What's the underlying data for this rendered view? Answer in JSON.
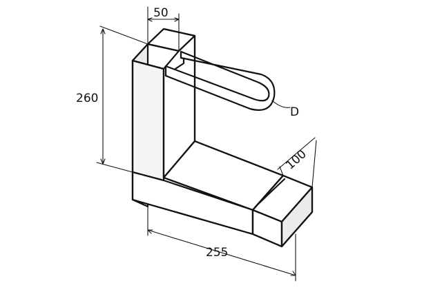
{
  "dimensions": {
    "width_top": "50",
    "height": "260",
    "length": "255",
    "end_block": "100",
    "diameter_label": "D"
  },
  "colors": {
    "line": "#111111",
    "face_front": "#ffffff",
    "face_side": "#ebebeb",
    "face_dark": "#d6d6d6"
  }
}
